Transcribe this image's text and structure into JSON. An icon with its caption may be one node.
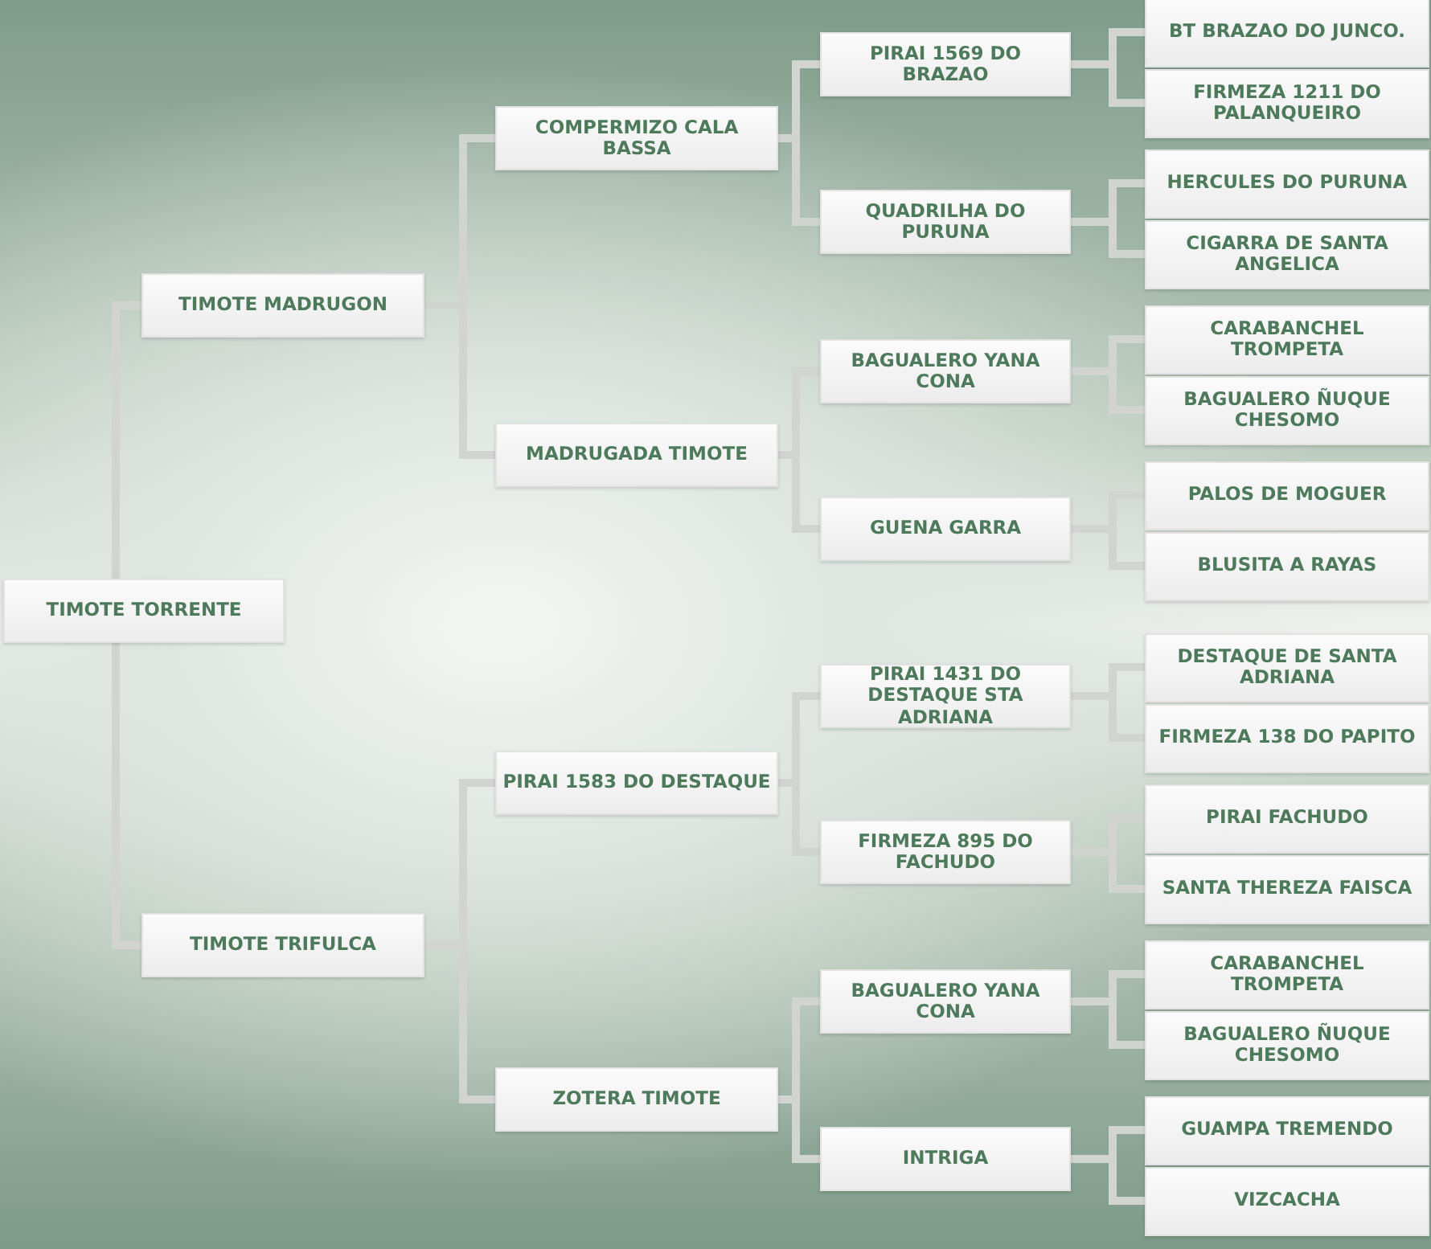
{
  "diagram": {
    "nodes": [
      {
        "text": [
          "TIMOTE TORRENTE"
        ]
      },
      {
        "text": [
          "TIMOTE MADRUGON"
        ]
      },
      {
        "text": [
          "TIMOTE TRIFULCA"
        ]
      },
      {
        "text": [
          "COMPERMIZO CALA BASSA"
        ]
      },
      {
        "text": [
          "MADRUGADA TIMOTE"
        ]
      },
      {
        "text": [
          "PIRAI 1583 DO DESTAQUE"
        ]
      },
      {
        "text": [
          "ZOTERA TIMOTE"
        ]
      },
      {
        "text": [
          "PIRAI 1569 DO BRAZAO"
        ]
      },
      {
        "text": [
          "QUADRILHA DO PURUNA"
        ]
      },
      {
        "text": [
          "BAGUALERO YANA CONA"
        ]
      },
      {
        "text": [
          "GUENA GARRA"
        ]
      },
      {
        "text": [
          "PIRAI 1431 DO DESTAQUE STA ADRIANA"
        ]
      },
      {
        "text": [
          "FIRMEZA 895 DO FACHUDO"
        ]
      },
      {
        "text": [
          "BAGUALERO YANA CONA"
        ]
      },
      {
        "text": [
          "INTRIGA"
        ]
      },
      {
        "text": [
          "BT BRAZAO DO JUNCO."
        ]
      },
      {
        "text": [
          "FIRMEZA 1211 DO PALANQUEIRO"
        ]
      },
      {
        "text": [
          "HERCULES DO PURUNA"
        ]
      },
      {
        "text": [
          "CIGARRA DE SANTA ANGELICA"
        ]
      },
      {
        "text": [
          "CARABANCHEL TROMPETA"
        ]
      },
      {
        "text": [
          "BAGUALERO ÑUQUE CHESOMO"
        ]
      },
      {
        "text": [
          "PALOS DE MOGUER"
        ]
      },
      {
        "text": [
          "BLUSITA A RAYAS"
        ]
      },
      {
        "text": [
          "DESTAQUE DE SANTA ADRIANA"
        ]
      },
      {
        "text": [
          "FIRMEZA 138 DO PAPITO"
        ]
      },
      {
        "text": [
          "PIRAI FACHUDO"
        ]
      },
      {
        "text": [
          "SANTA THEREZA FAISCA"
        ]
      },
      {
        "text": [
          "CARABANCHEL TROMPETA"
        ]
      },
      {
        "text": [
          "BAGUALERO ÑUQUE CHESOMO"
        ]
      },
      {
        "text": [
          "GUAMPA TREMENDO"
        ]
      },
      {
        "text": [
          "VIZCACHA"
        ]
      }
    ],
    "edges": [
      {
        "from": 0,
        "to": 1,
        "arrow": "none"
      },
      {
        "from": 0,
        "to": 2,
        "arrow": "none"
      },
      {
        "from": 1,
        "to": 3,
        "arrow": "none"
      },
      {
        "from": 1,
        "to": 4,
        "arrow": "none"
      },
      {
        "from": 2,
        "to": 5,
        "arrow": "none"
      },
      {
        "from": 2,
        "to": 6,
        "arrow": "none"
      },
      {
        "from": 3,
        "to": 7,
        "arrow": "none"
      },
      {
        "from": 3,
        "to": 8,
        "arrow": "none"
      },
      {
        "from": 4,
        "to": 9,
        "arrow": "none"
      },
      {
        "from": 4,
        "to": 10,
        "arrow": "none"
      },
      {
        "from": 5,
        "to": 11,
        "arrow": "none"
      },
      {
        "from": 5,
        "to": 12,
        "arrow": "none"
      },
      {
        "from": 6,
        "to": 13,
        "arrow": "none"
      },
      {
        "from": 6,
        "to": 14,
        "arrow": "none"
      },
      {
        "from": 7,
        "to": 15,
        "arrow": "none"
      },
      {
        "from": 7,
        "to": 16,
        "arrow": "none"
      },
      {
        "from": 8,
        "to": 17,
        "arrow": "none"
      },
      {
        "from": 8,
        "to": 18,
        "arrow": "none"
      },
      {
        "from": 9,
        "to": 19,
        "arrow": "none"
      },
      {
        "from": 9,
        "to": 20,
        "arrow": "none"
      },
      {
        "from": 10,
        "to": 21,
        "arrow": "none"
      },
      {
        "from": 10,
        "to": 22,
        "arrow": "none"
      },
      {
        "from": 11,
        "to": 23,
        "arrow": "none"
      },
      {
        "from": 11,
        "to": 24,
        "arrow": "none"
      },
      {
        "from": 12,
        "to": 25,
        "arrow": "none"
      },
      {
        "from": 12,
        "to": 26,
        "arrow": "none"
      },
      {
        "from": 13,
        "to": 27,
        "arrow": "none"
      },
      {
        "from": 13,
        "to": 28,
        "arrow": "none"
      },
      {
        "from": 14,
        "to": 29,
        "arrow": "none"
      },
      {
        "from": 14,
        "to": 30,
        "arrow": "none"
      }
    ]
  }
}
